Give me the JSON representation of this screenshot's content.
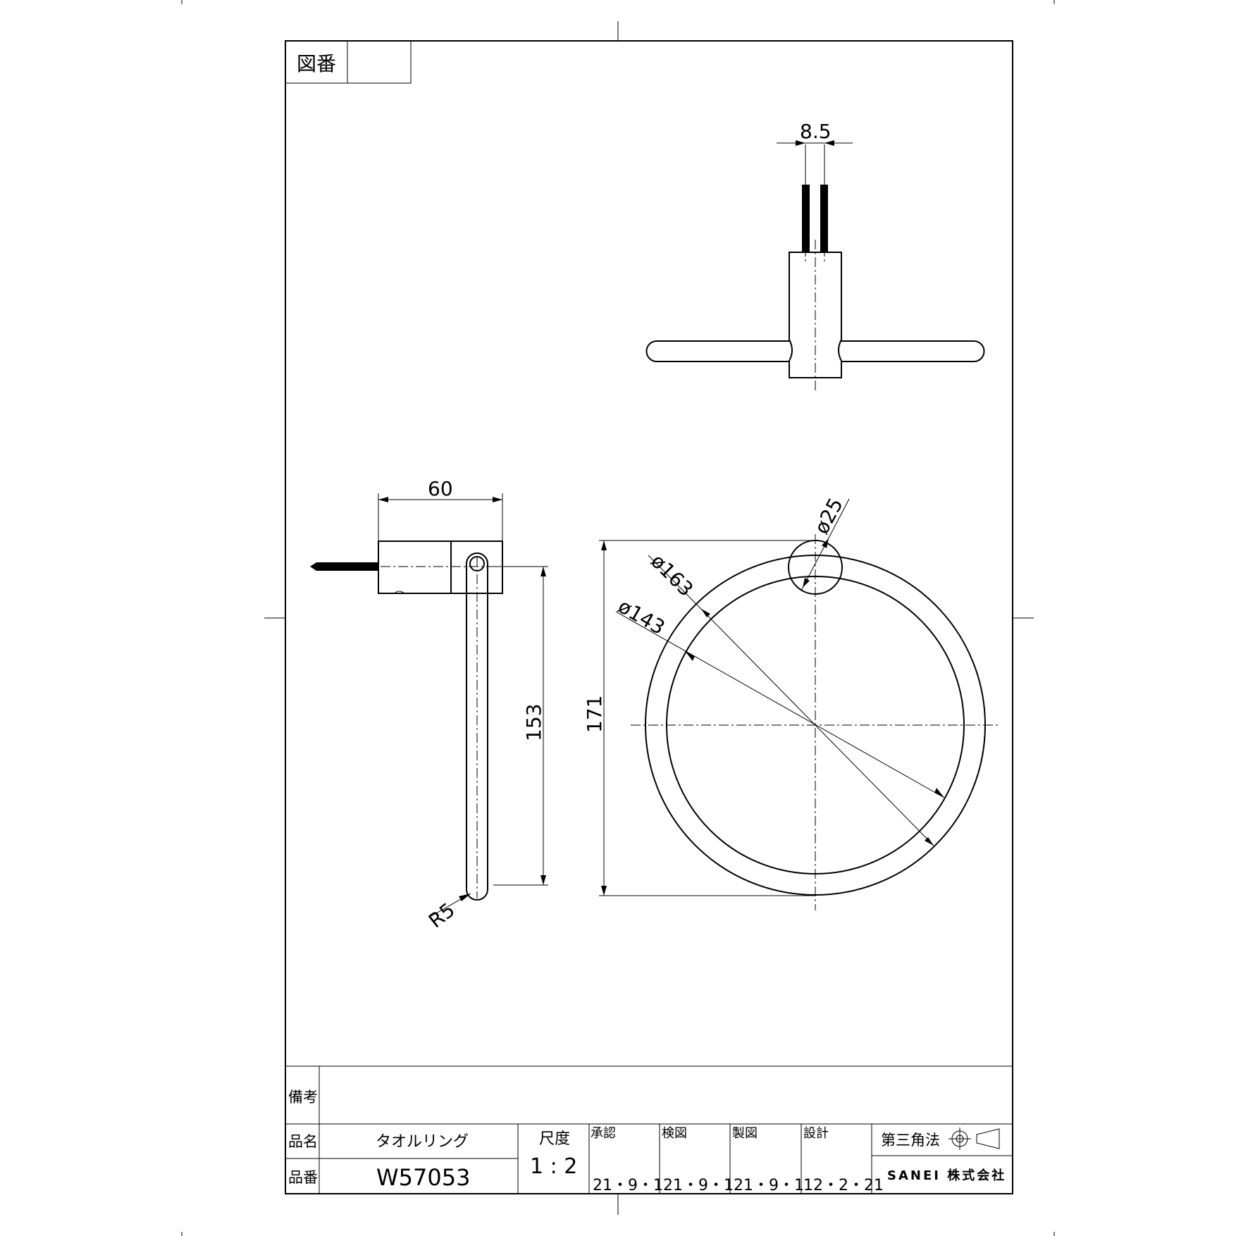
{
  "title_block": {
    "drawing_no_label": "図番",
    "drawing_no_value": "",
    "remarks_label": "備考",
    "remarks_value": "",
    "product_name_label": "品名",
    "product_name": "タオルリング",
    "part_no_label": "品番",
    "part_no": "W57053",
    "scale_label": "尺度",
    "scale_value": "1 : 2",
    "approved_label": "承認",
    "approved_date": "21・9・1",
    "checked_label": "検図",
    "checked_date": "21・9・1",
    "drawn_label": "製図",
    "drawn_date": "21・9・1",
    "design_label": "設計",
    "design_date": "12・2・21",
    "projection_label": "第三角法",
    "company_name": "SANEI 株式会社",
    "projection_symbol": "third-angle-projection-icon"
  },
  "dimensions": {
    "screw_pitch": "8.5",
    "bracket_length": "60",
    "rod_length": "153",
    "rod_tip_radius": "R5",
    "overall_height": "171",
    "outer_diameter": "ø163",
    "inner_diameter": "ø143",
    "rod_diameter": "ø25"
  }
}
